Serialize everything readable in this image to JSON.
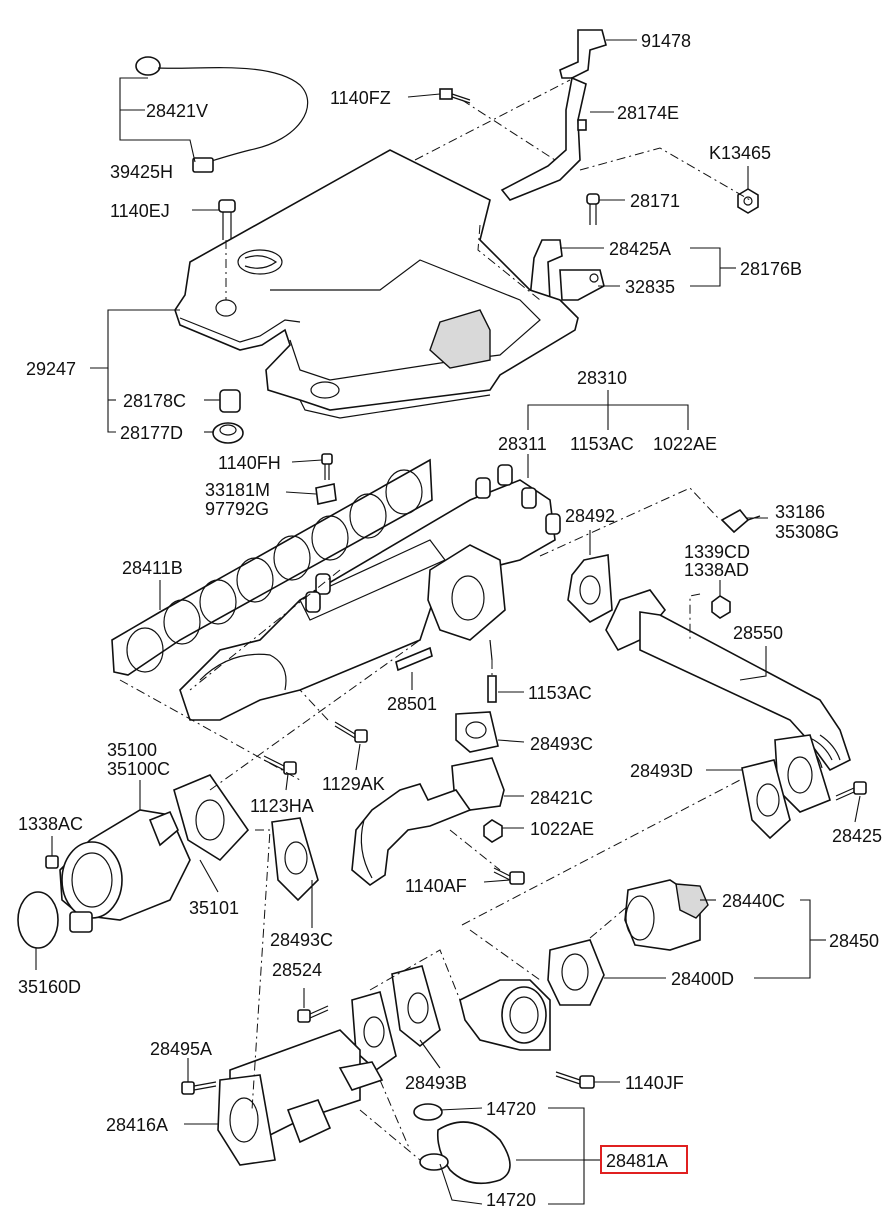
{
  "labels": {
    "l91478": "91478",
    "l28421V": "28421V",
    "l1140FZ": "1140FZ",
    "l28174E": "28174E",
    "lK13465": "K13465",
    "l39425H": "39425H",
    "l1140EJ": "1140EJ",
    "l28171": "28171",
    "l28425A": "28425A",
    "l28176B": "28176B",
    "l32835": "32835",
    "l29247": "29247",
    "l28178C": "28178C",
    "l28177D": "28177D",
    "l28310": "28310",
    "l28311": "28311",
    "l1153AC_top": "1153AC",
    "l1022AE_top": "1022AE",
    "l1140FH": "1140FH",
    "l33181M": "33181M",
    "l97792G": "97792G",
    "l28492": "28492",
    "l33186": "33186",
    "l35308G": "35308G",
    "l1339CD": "1339CD",
    "l1338AD": "1338AD",
    "l28411B": "28411B",
    "l28550": "28550",
    "l28501": "28501",
    "l1153AC_mid": "1153AC",
    "l28493C_a": "28493C",
    "l35100": "35100",
    "l35100C": "35100C",
    "l1129AK": "1129AK",
    "l28493D": "28493D",
    "l28421C": "28421C",
    "l1338AC": "1338AC",
    "l1123HA": "1123HA",
    "l1022AE_mid": "1022AE",
    "l28425_right": "28425",
    "l1140AF": "1140AF",
    "l35101": "35101",
    "l28493C_b": "28493C",
    "l28440C": "28440C",
    "l28450": "28450",
    "l35160D": "35160D",
    "l28524": "28524",
    "l28400D": "28400D",
    "l28495A": "28495A",
    "l1140JF": "1140JF",
    "l28493B": "28493B",
    "l28416A": "28416A",
    "l14720_top": "14720",
    "l28481A": "28481A",
    "l14720_bottom": "14720"
  },
  "colors": {
    "highlight_box": "#e02020",
    "ink": "#111111",
    "background": "#ffffff"
  }
}
